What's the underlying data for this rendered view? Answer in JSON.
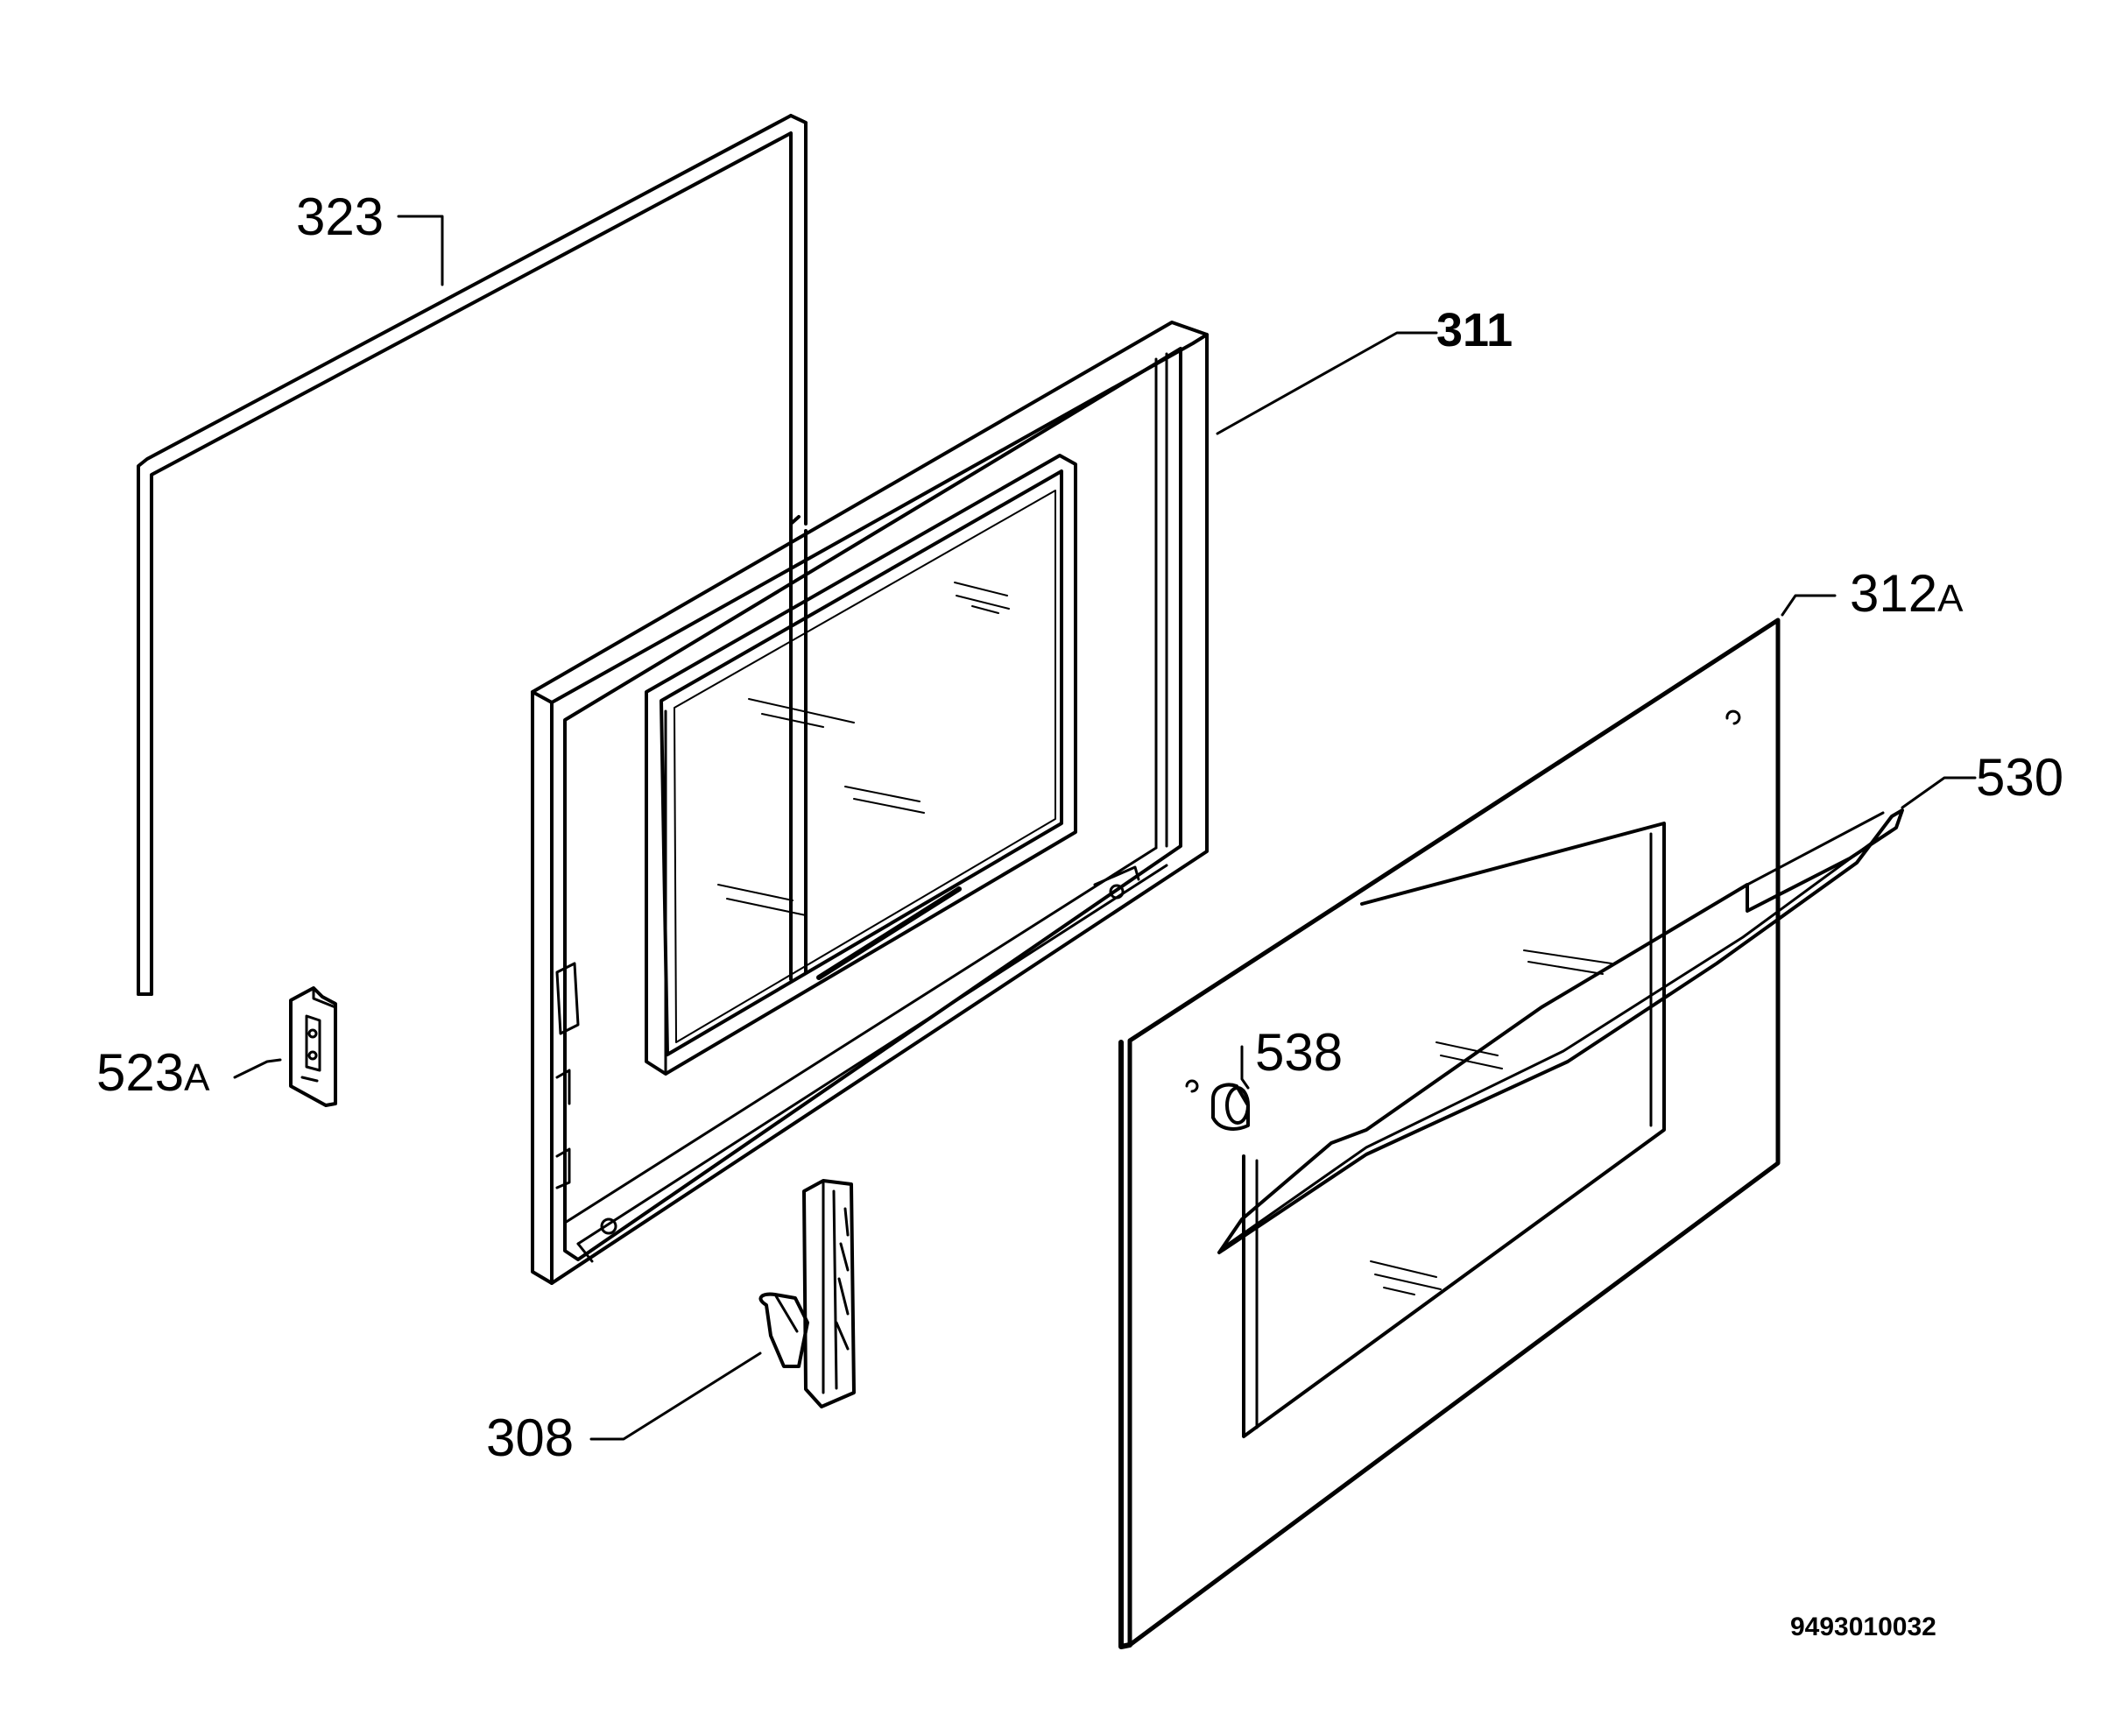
{
  "callouts": {
    "gasket": "323",
    "inner_frame": "311",
    "outer_glass": "312",
    "outer_glass_suffix": "A",
    "handle": "530",
    "handle_bushing": "538",
    "hinge_receiver": "523",
    "hinge_receiver_suffix": "A",
    "hinge": "308"
  },
  "document_number": "9493010032",
  "colors": {
    "line": "#000000",
    "background": "#ffffff"
  }
}
